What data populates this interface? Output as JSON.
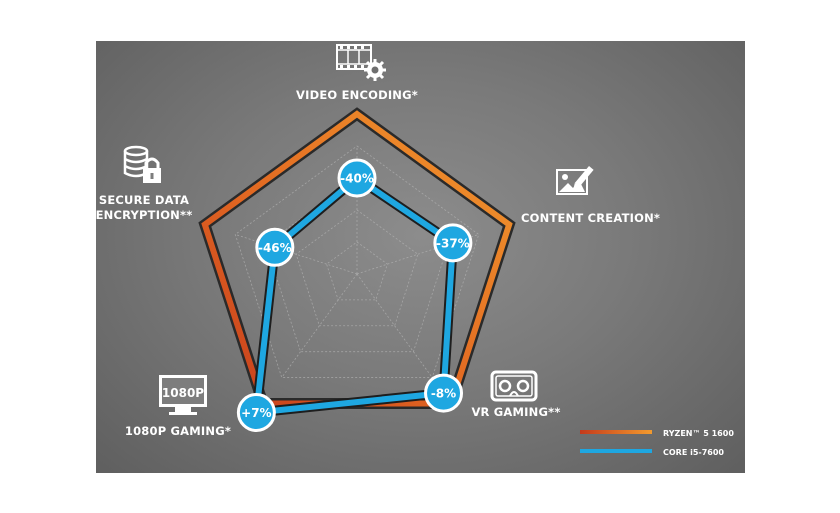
{
  "chart_data": {
    "type": "radar",
    "axes": [
      "VIDEO ENCODING*",
      "CONTENT CREATION*",
      "VR GAMING**",
      "1080P GAMING*",
      "SECURE DATA ENCRYPTION**"
    ],
    "series": [
      {
        "name": "RYZEN™ 5 1600",
        "values": [
          100,
          100,
          100,
          100,
          100
        ],
        "color": "#f0922a"
      },
      {
        "name": "CORE i5-7600",
        "values": [
          60,
          63,
          92,
          107,
          54
        ],
        "color": "#1ea7e1"
      }
    ],
    "labels": {
      "video": "VIDEO ENCODING*",
      "content": "CONTENT CREATION*",
      "vr": "VR GAMING**",
      "gaming": "1080P GAMING*",
      "secure_line1": "SECURE DATA",
      "secure_line2": "ENCRYPTION**"
    },
    "annotations": [
      "-40%",
      "-37%",
      "-8%",
      "+7%",
      "-46%"
    ],
    "icon_text": {
      "monitor": "1080P"
    },
    "legend": {
      "ryzen": "RYZEN™ 5 1600",
      "core": "CORE i5-7600"
    },
    "grid": true,
    "legend_position": "bottom-right"
  },
  "colors": {
    "ryzen_start": "#c8401f",
    "ryzen_end": "#f0922a",
    "core": "#1ea7e1",
    "badge": "#1ea7e1"
  },
  "icons": [
    "film-gear-icon",
    "image-pencil-icon",
    "vr-headset-icon",
    "monitor-1080p-icon",
    "database-lock-icon"
  ]
}
